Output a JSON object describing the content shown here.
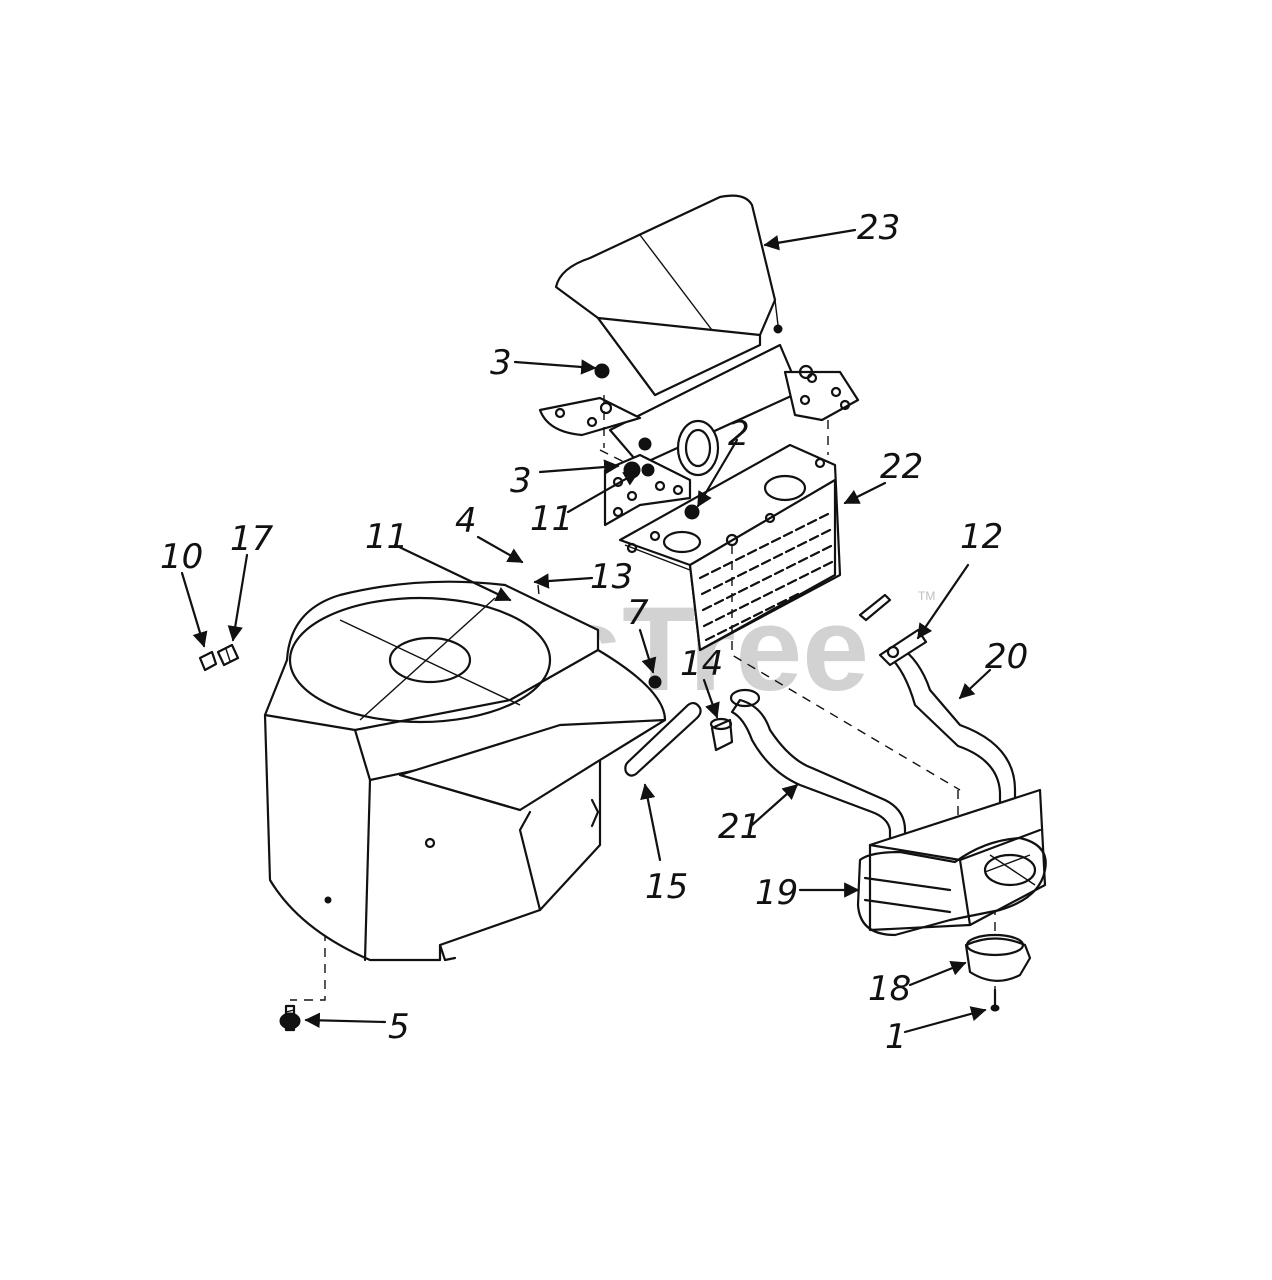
{
  "watermark": {
    "text": "PartsTree",
    "trademark": "TM"
  },
  "callouts": {
    "c1": "1",
    "c2": "2",
    "c3a": "3",
    "c3b": "3",
    "c4": "4",
    "c5": "5",
    "c7": "7",
    "c10": "10",
    "c11a": "11",
    "c11b": "11",
    "c12": "12",
    "c13": "13",
    "c14": "14",
    "c15": "15",
    "c17": "17",
    "c18": "18",
    "c19": "19",
    "c20": "20",
    "c21": "21",
    "c22": "22",
    "c23": "23"
  }
}
